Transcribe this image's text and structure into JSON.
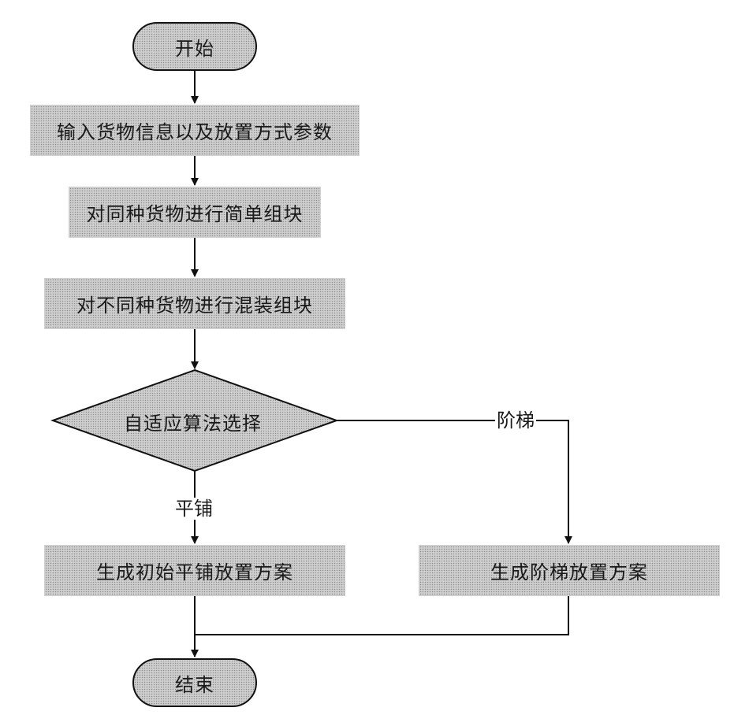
{
  "flowchart": {
    "start": "开始",
    "step_input": "输入货物信息以及放置方式参数",
    "step_simple_block": "对同种货物进行简单组块",
    "step_mixed_block": "对不同种货物进行混装组块",
    "decision": "自适应算法选择",
    "branch_flat": "平铺",
    "branch_step": "阶梯",
    "step_flat_plan": "生成初始平铺放置方案",
    "step_step_plan": "生成阶梯放置方案",
    "end": "结束"
  },
  "colors": {
    "box_fill": "#cfcfcf",
    "line": "#111111"
  }
}
